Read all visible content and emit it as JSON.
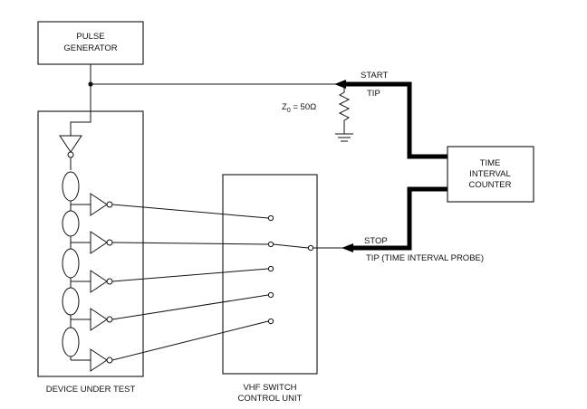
{
  "labels": {
    "pulse_generator": [
      "PULSE",
      "GENERATOR"
    ],
    "time_interval_counter": [
      "TIME",
      "INTERVAL",
      "COUNTER"
    ],
    "vhf_switch": [
      "VHF SWITCH",
      "CONTROL UNIT"
    ],
    "device_under_test": "DEVICE UNDER TEST",
    "start": "START",
    "tip_start": "TIP",
    "stop": "STOP",
    "tip_stop": "TIP (TIME INTERVAL PROBE)",
    "impedance_prefix": "Z",
    "impedance_sub": "0",
    "impedance_value": " = 50Ω"
  }
}
